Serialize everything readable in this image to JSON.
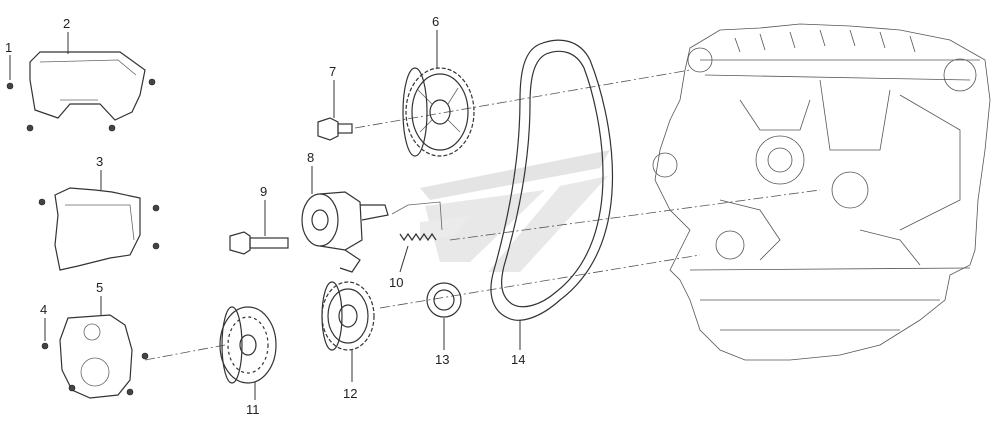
{
  "colors": {
    "line": "#333333",
    "watermark": "#d0d0d0",
    "background": "#ffffff"
  },
  "callouts": [
    {
      "id": "1",
      "label": "1",
      "part": "bolt"
    },
    {
      "id": "2",
      "label": "2",
      "part": "upper-timing-cover"
    },
    {
      "id": "3",
      "label": "3",
      "part": "middle-timing-cover"
    },
    {
      "id": "4",
      "label": "4",
      "part": "bolt"
    },
    {
      "id": "5",
      "label": "5",
      "part": "lower-timing-cover"
    },
    {
      "id": "6",
      "label": "6",
      "part": "camshaft-sprocket"
    },
    {
      "id": "7",
      "label": "7",
      "part": "sprocket-bolt"
    },
    {
      "id": "8",
      "label": "8",
      "part": "tensioner-pulley"
    },
    {
      "id": "9",
      "label": "9",
      "part": "tensioner-bolt"
    },
    {
      "id": "10",
      "label": "10",
      "part": "tensioner-spring"
    },
    {
      "id": "11",
      "label": "11",
      "part": "crankshaft-pulley"
    },
    {
      "id": "12",
      "label": "12",
      "part": "crankshaft-sprocket"
    },
    {
      "id": "13",
      "label": "13",
      "part": "seal-ring"
    },
    {
      "id": "14",
      "label": "14",
      "part": "timing-belt"
    }
  ]
}
